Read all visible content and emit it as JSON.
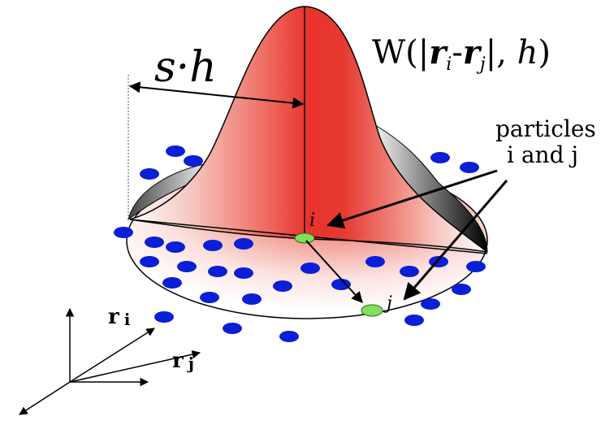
{
  "labels": {
    "smoothing_length": "s·h",
    "kernel": {
      "w_open": "W(|",
      "r": "r",
      "sub_i": "i",
      "minus": "-",
      "sub_j": "j",
      "close_sep": "|, ",
      "h": "h",
      "paren_close": ")"
    },
    "particles_line1": "particles",
    "particles_line2": "i and j",
    "particle_i": "i",
    "particle_j": "j",
    "vector_ri": "r",
    "vector_ri_sub": "i",
    "vector_rj": "r",
    "vector_rj_sub": "j"
  },
  "colors": {
    "kernel_red": "#e8332c",
    "particle_blue": "#0a1fd6",
    "particle_green": "#7fe05a",
    "shadow": "#111111"
  },
  "particles_blue_count": 30
}
